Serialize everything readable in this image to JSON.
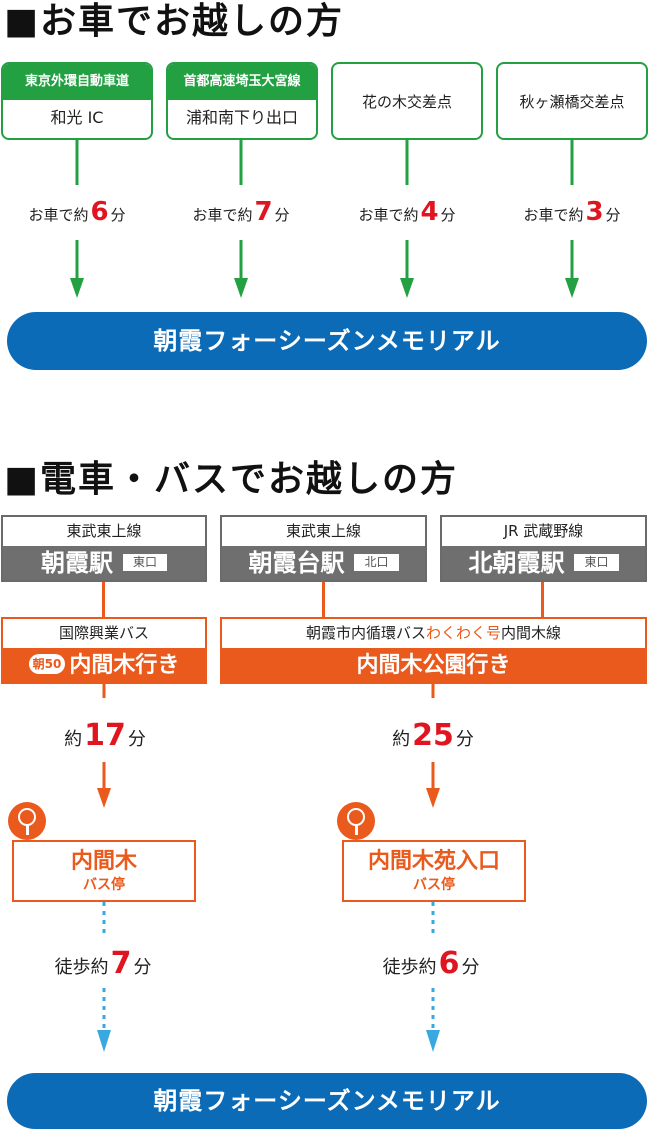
{
  "car": {
    "title": "■お車でお越しの方",
    "routes": [
      {
        "top": "東京外環自動車道",
        "bottom": "和光 IC",
        "pre": "お車で約",
        "num": "6",
        "post": "分"
      },
      {
        "top": "首都高速埼玉大宮線",
        "bottom": "浦和南下り出口",
        "pre": "お車で約",
        "num": "7",
        "post": "分"
      },
      {
        "label": "花の木交差点",
        "pre": "お車で約",
        "num": "4",
        "post": "分"
      },
      {
        "label": "秋ヶ瀬橋交差点",
        "pre": "お車で約",
        "num": "3",
        "post": "分"
      }
    ],
    "destination": "朝霞フォーシーズンメモリアル"
  },
  "train": {
    "title": "■電車・バスでお越しの方",
    "stations": [
      {
        "line": "東武東上線",
        "name": "朝霞駅",
        "exit": "東口"
      },
      {
        "line": "東武東上線",
        "name": "朝霞台駅",
        "exit": "北口"
      },
      {
        "line": "JR 武蔵野線",
        "name": "北朝霞駅",
        "exit": "東口"
      }
    ],
    "buses": [
      {
        "operator": "国際興業バス",
        "badge": "朝50",
        "dest": "内間木行き"
      },
      {
        "operator_a": "朝霞市内循環バス",
        "operator_hl": "わくわく号",
        "operator_b": "内間木線",
        "dest": "内間木公園行き"
      }
    ],
    "ride_times": [
      {
        "pre": "約",
        "num": "17",
        "post": "分"
      },
      {
        "pre": "約",
        "num": "25",
        "post": "分"
      }
    ],
    "stops": [
      {
        "name": "内間木",
        "sub": "バス停"
      },
      {
        "name": "内間木苑入口",
        "sub": "バス停"
      }
    ],
    "walk_times": [
      {
        "pre": "徒歩約",
        "num": "7",
        "post": "分"
      },
      {
        "pre": "徒歩約",
        "num": "6",
        "post": "分"
      }
    ],
    "destination": "朝霞フォーシーズンメモリアル"
  },
  "colors": {
    "green": "#22a042",
    "blue": "#0c6bb7",
    "orange": "#ea5a1c",
    "gray": "#6f6f6f",
    "red": "#e0151f",
    "light_blue": "#3aa8e0"
  }
}
